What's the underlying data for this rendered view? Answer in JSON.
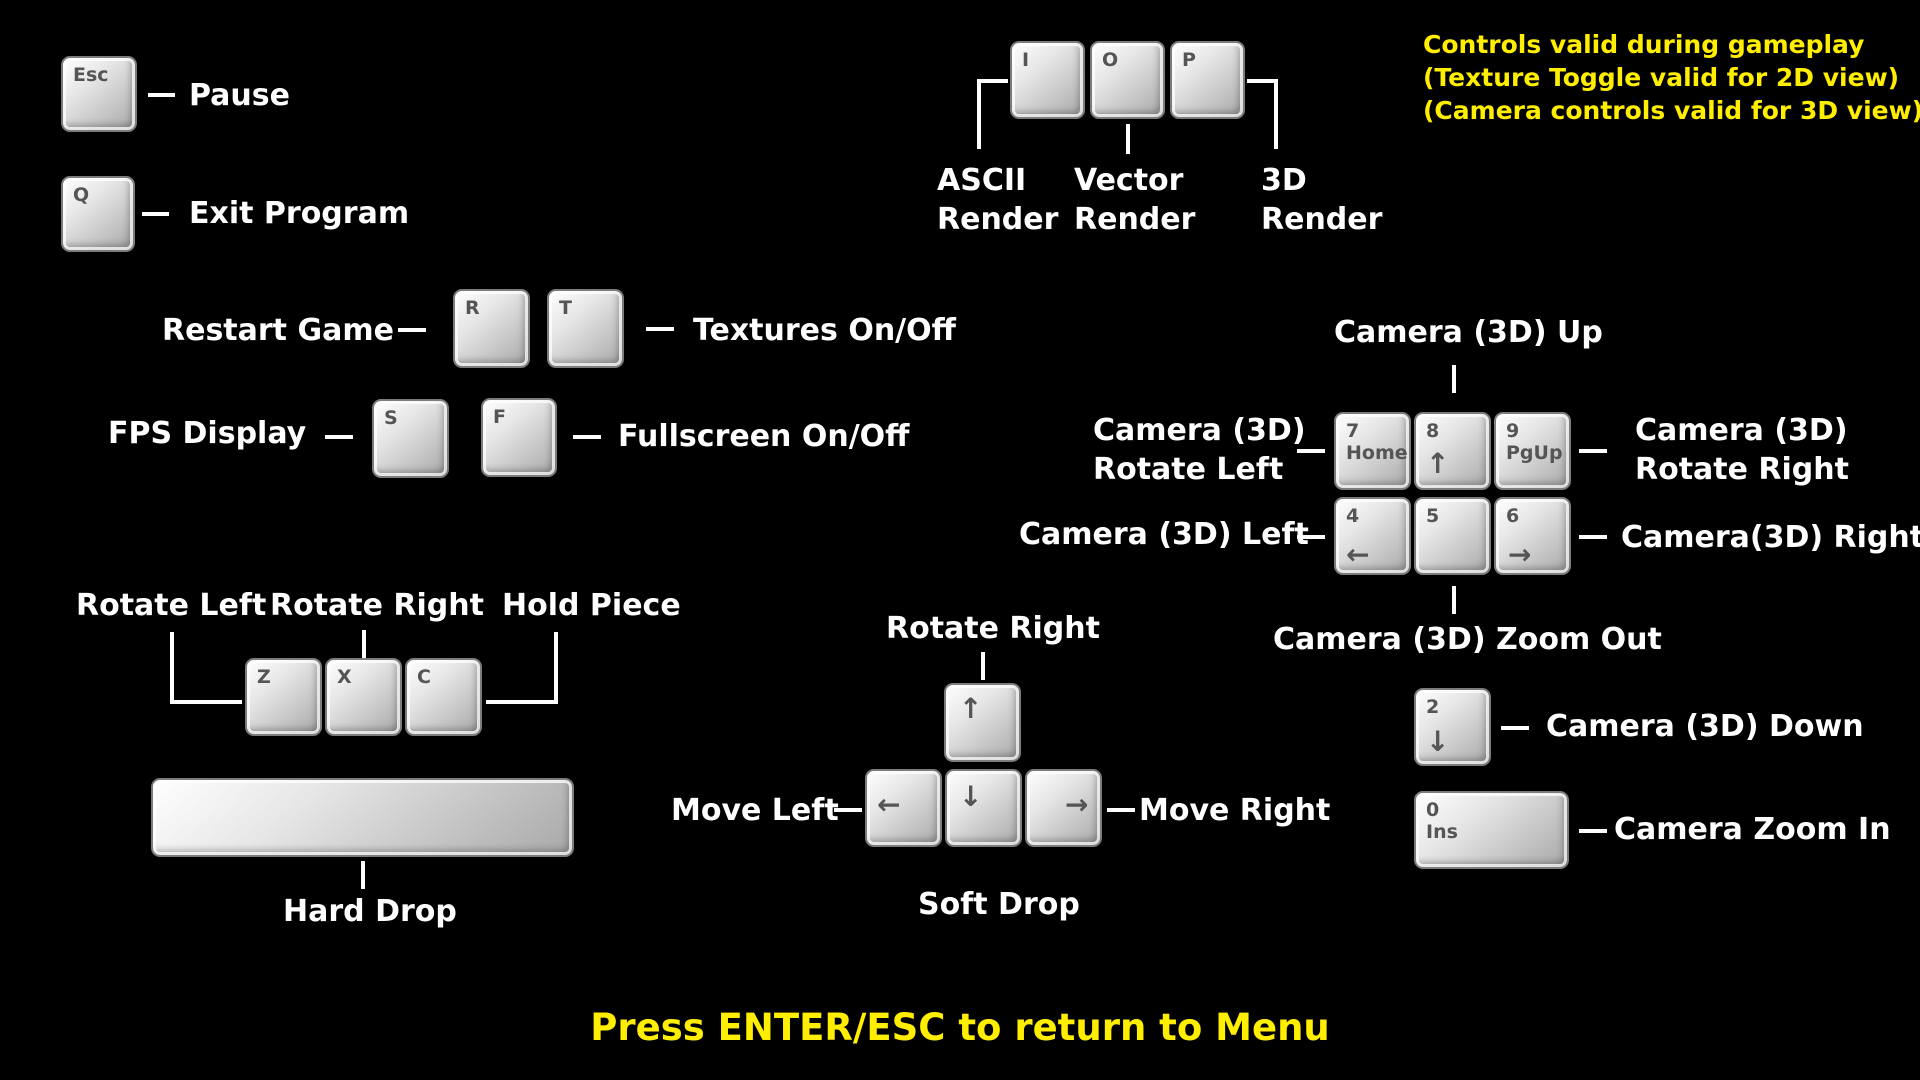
{
  "labels": {
    "pause": "Pause",
    "exit_program": "Exit Program",
    "restart_game": "Restart Game",
    "textures": "Textures On/Off",
    "fps_display": "FPS Display",
    "fullscreen": "Fullscreen On/Off",
    "ascii_render": "ASCII\nRender",
    "vector_render": "Vector\nRender",
    "render_3d": "3D\nRender",
    "rotate_left": "Rotate Left",
    "rotate_right_top": "Rotate Right",
    "hold_piece": "Hold Piece",
    "hard_drop": "Hard Drop",
    "rotate_right_arrow": "Rotate Right",
    "move_left": "Move Left",
    "move_right": "Move Right",
    "soft_drop": "Soft Drop",
    "camera_up": "Camera (3D) Up",
    "camera_rotate_left": "Camera (3D)\nRotate Left",
    "camera_rotate_right": "Camera (3D)\nRotate Right",
    "camera_left": "Camera (3D) Left",
    "camera_right": "Camera(3D) Right",
    "camera_zoom_out": "Camera (3D) Zoom Out",
    "camera_down": "Camera (3D) Down",
    "camera_zoom_in": "Camera Zoom In"
  },
  "notes": {
    "line1": "Controls valid during gameplay",
    "line2": "(Texture Toggle valid for 2D view)",
    "line3": "(Camera controls valid for 3D view)"
  },
  "footer": "Press ENTER/ESC to return to Menu",
  "keys": {
    "esc": "Esc",
    "q": "Q",
    "r": "R",
    "t": "T",
    "s": "S",
    "f": "F",
    "i": "I",
    "o": "O",
    "p": "P",
    "z": "Z",
    "x": "X",
    "c": "C",
    "num7": "7\nHome",
    "num8": "8",
    "num9": "9\nPgUp",
    "num4": "4",
    "num5": "5",
    "num6": "6",
    "num2": "2",
    "num0": "0\nIns"
  },
  "arrows": {
    "up": "↑",
    "down": "↓",
    "left": "←",
    "right": "→"
  },
  "colors": {
    "background": "#000000",
    "label": "#ffffff",
    "highlight": "#ffee00",
    "key_face": "#e6e6e6"
  }
}
